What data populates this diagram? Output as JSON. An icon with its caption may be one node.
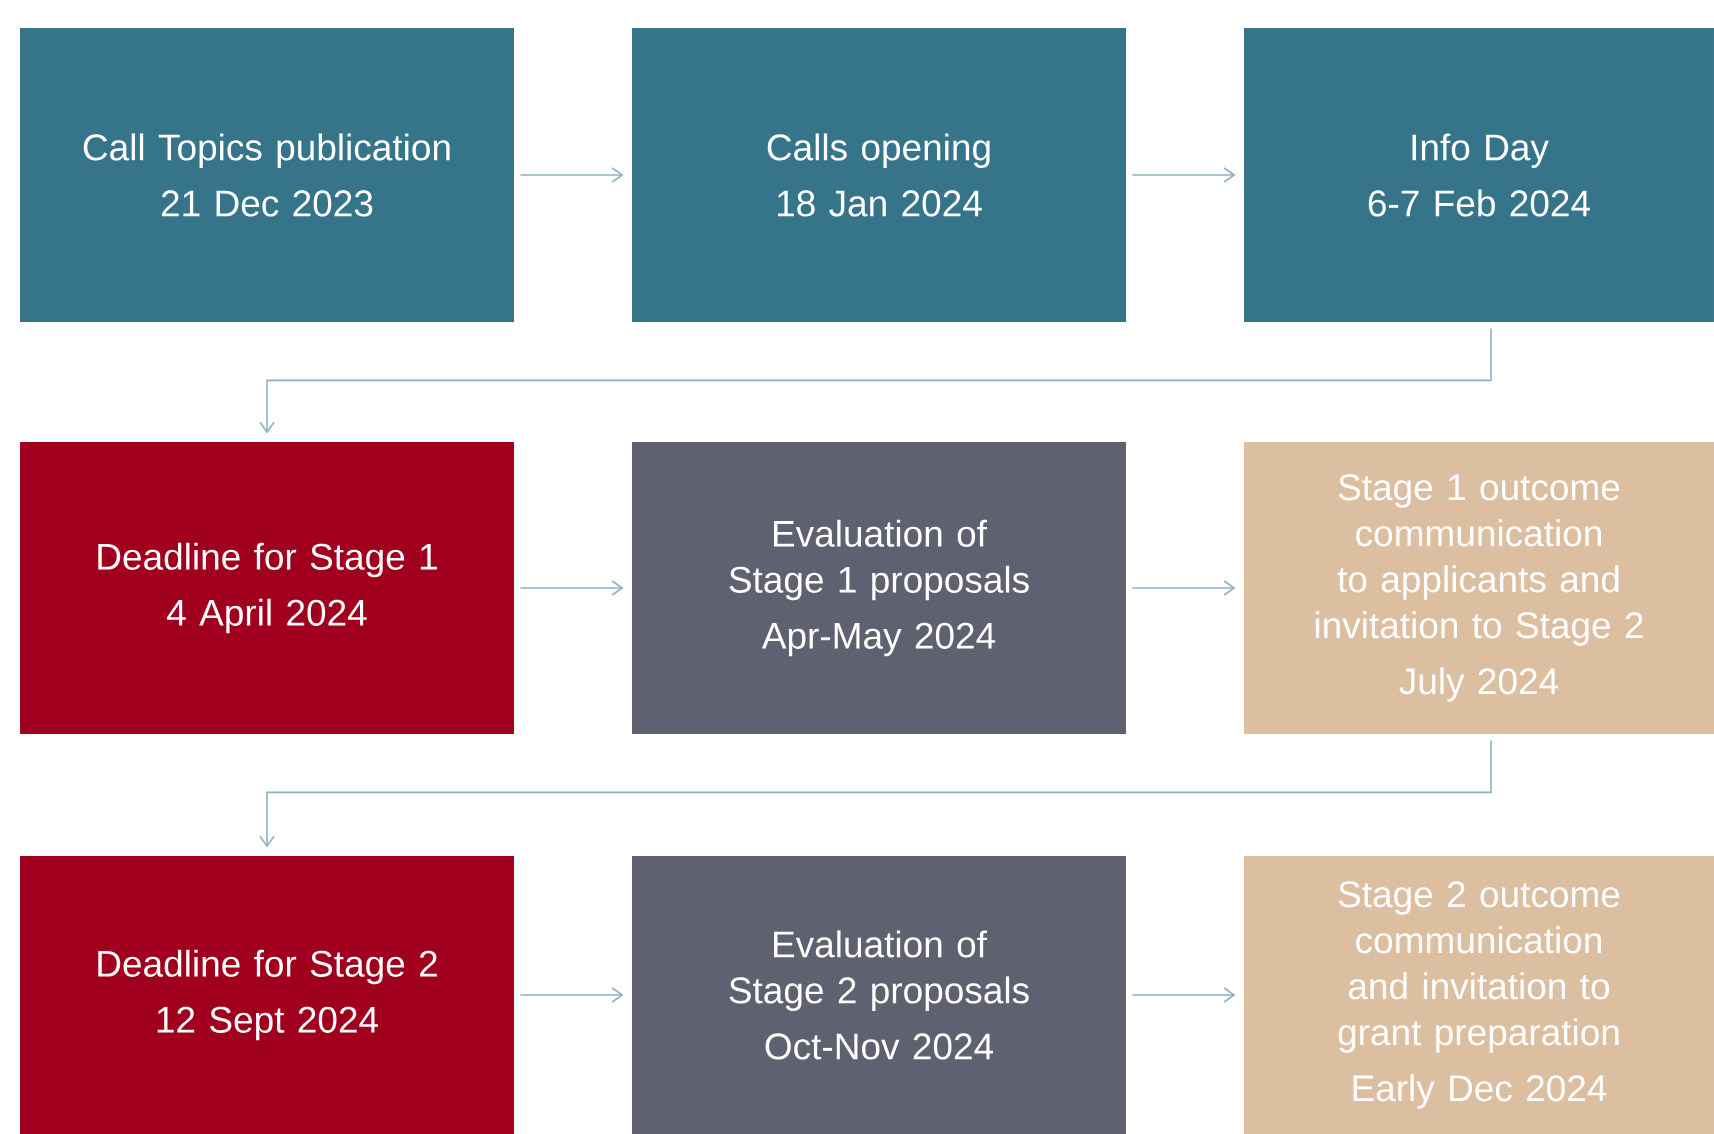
{
  "diagram": {
    "nodes": [
      {
        "text": [
          "Call Topics publication",
          "21 Dec 2023"
        ]
      },
      {
        "text": [
          "Calls opening",
          "18 Jan 2024"
        ]
      },
      {
        "text": [
          "Info Day",
          "6-7 Feb 2024"
        ]
      },
      {
        "text": [
          "Deadline for Stage 1",
          "4 April 2024"
        ]
      },
      {
        "text": [
          "Evaluation  of Stage 1 proposals",
          "Apr-May 2024"
        ]
      },
      {
        "text": [
          "Stage 1 outcome communication to applicants and invitation to Stage 2",
          "July 2024"
        ]
      },
      {
        "text": [
          "Deadline for Stage 2",
          "12 Sept 2024"
        ]
      },
      {
        "text": [
          "Evaluation of Stage 2 proposals",
          "Oct-Nov 2024"
        ]
      },
      {
        "text": [
          "Stage 2 outcome communication and invitation to grant preparation",
          "Early Dec 2024"
        ]
      }
    ],
    "edges": [
      {
        "from": 0,
        "to": 1,
        "arrow": "to"
      },
      {
        "from": 1,
        "to": 2,
        "arrow": "to"
      },
      {
        "from": 2,
        "to": 3,
        "arrow": "to"
      },
      {
        "from": 3,
        "to": 4,
        "arrow": "to"
      },
      {
        "from": 4,
        "to": 5,
        "arrow": "to"
      },
      {
        "from": 5,
        "to": 6,
        "arrow": "to"
      },
      {
        "from": 6,
        "to": 7,
        "arrow": "to"
      },
      {
        "from": 7,
        "to": 8,
        "arrow": "to"
      }
    ]
  }
}
